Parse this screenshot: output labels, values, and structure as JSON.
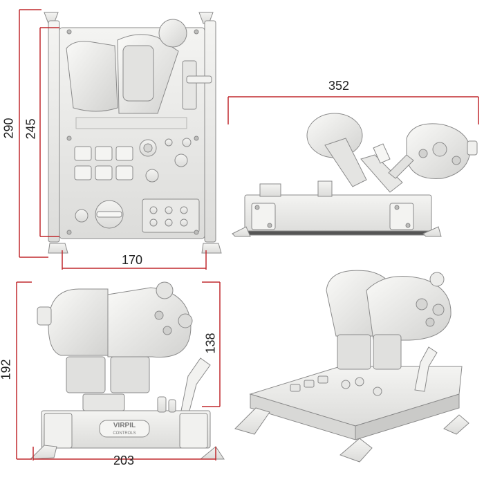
{
  "colors": {
    "dimension_line": "#c0282d",
    "dimension_text": "#222222",
    "model_fill": "#eeeeec",
    "model_stroke": "#8a8a8a",
    "model_shadow": "#cfcfcd",
    "model_dark": "#444444"
  },
  "dimensions": {
    "top_view_height_outer": "290",
    "top_view_height_inner": "245",
    "top_view_width": "170",
    "side_view_width": "352",
    "front_view_height_outer": "192",
    "front_view_height_inner": "138",
    "front_view_width": "203"
  },
  "logo": {
    "brand": "VIRPIL",
    "sub": "CONTROLS"
  }
}
